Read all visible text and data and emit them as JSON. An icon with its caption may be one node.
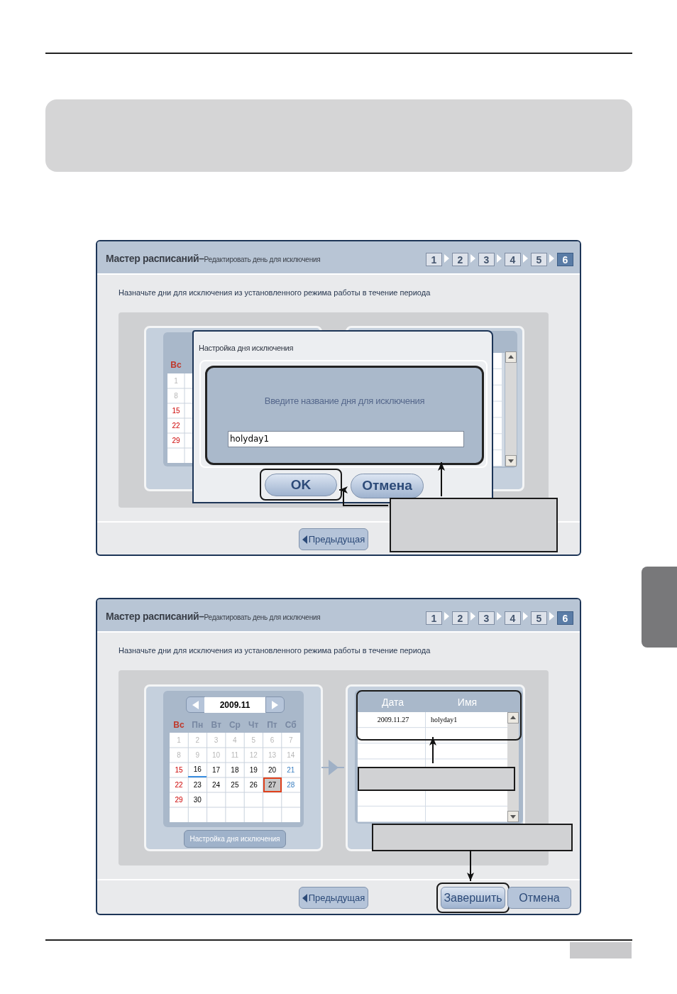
{
  "diagram": {
    "nodes": [
      {
        "text": [
          "Мастер расписаний–",
          "Редактировать день для исключения",
          "Назначьте дни для исключения из установленного режима работы в течение периода"
        ]
      },
      {
        "text": [
          "Настройка дня исключения"
        ],
        "in": 0
      },
      {
        "text": [
          "Введите название дня для исключения"
        ],
        "in": 1
      },
      {
        "text": [
          "holyday1"
        ],
        "in": 2
      },
      {
        "text": [
          "OK"
        ],
        "in": 1
      },
      {
        "text": [
          "Отмена"
        ],
        "in": 1
      },
      {
        "text": [
          "Предыдущая"
        ],
        "in": 0
      },
      {
        "text": [],
        "shape": "box",
        "in": 0
      },
      {
        "text": [
          "Мастер расписаний–",
          "Редактировать день для исключения",
          "Назначьте дни для исключения из установленного режима работы в течение периода"
        ]
      },
      {
        "text": [],
        "shape": "box",
        "in": 8
      },
      {
        "text": [
          "Настройка дня исключения"
        ],
        "in": 9
      },
      {
        "text": [],
        "shape": "box",
        "in": 8
      },
      {
        "text": [],
        "shape": "box",
        "in": 11
      },
      {
        "text": [
          "Предыдущая"
        ],
        "in": 8
      },
      {
        "text": [
          "Завершить"
        ],
        "in": 8
      },
      {
        "text": [
          "Отмена"
        ],
        "in": 8
      },
      {
        "text": [],
        "shape": "box",
        "in": 11
      },
      {
        "text": [],
        "shape": "box",
        "in": 8
      },
      {
        "text": [],
        "shape": "box"
      },
      {
        "text": [],
        "shape": "box"
      }
    ],
    "edges": [
      {
        "from": 7,
        "to": 2,
        "arrow": "to"
      },
      {
        "from": 7,
        "to": 4,
        "arrow": "to"
      },
      {
        "from": 9,
        "to": 11,
        "arrow": "to",
        "color": "#9fb0c6"
      },
      {
        "from": 16,
        "to": 12,
        "arrow": "to"
      },
      {
        "from": 17,
        "to": 14,
        "arrow": "to"
      }
    ],
    "labels": [
      "1",
      "2",
      "3",
      "4",
      "5",
      "6",
      "Вс",
      "1",
      "8",
      "15",
      "22",
      "29",
      "1",
      "2",
      "3",
      "4",
      "5",
      "6",
      "2009.11",
      "Вс",
      "Пн",
      "Вт",
      "Ср",
      "Чт",
      "Пт",
      "Сб",
      "1",
      "2",
      "3",
      "4",
      "5",
      "6",
      "7",
      "8",
      "9",
      "10",
      "11",
      "12",
      "13",
      "14",
      "15",
      "16",
      "17",
      "18",
      "19",
      "20",
      "21",
      "22",
      "23",
      "24",
      "25",
      "26",
      "27",
      "28",
      "29",
      "30",
      "Дата",
      "Имя",
      "2009.11.27",
      "holyday1"
    ]
  }
}
